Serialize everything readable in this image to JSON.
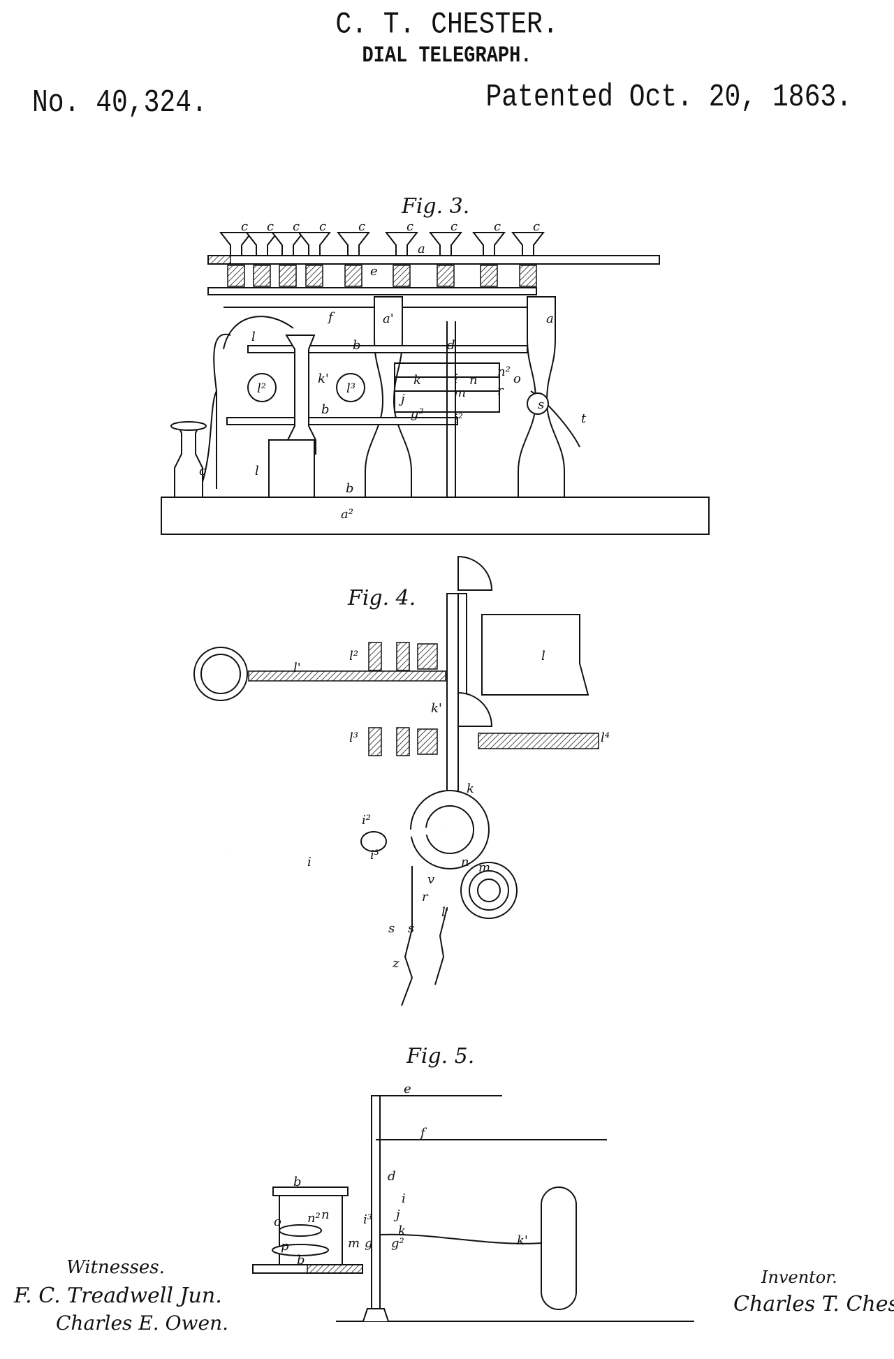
{
  "header": {
    "inventor": "C. T. CHESTER.",
    "title": "DIAL TELEGRAPH.",
    "patent_number": "No. 40,324.",
    "patent_date": "Patented Oct. 20, 1863."
  },
  "fig3": {
    "title": "Fig. 3.",
    "labels": [
      "c",
      "c",
      "c",
      "c",
      "c",
      "c",
      "c",
      "c",
      "c",
      "a",
      "e",
      "f",
      "a'",
      "a'",
      "l",
      "b",
      "d",
      "k'",
      "l²",
      "l³",
      "b",
      "k",
      "i",
      "m",
      "n",
      "n²",
      "o",
      "r",
      "s",
      "t",
      "g²",
      "i²",
      "o",
      "l",
      "b",
      "a²",
      "j"
    ]
  },
  "fig4": {
    "title": "Fig. 4.",
    "labels": [
      "l",
      "l²",
      "l'",
      "k'",
      "l³",
      "l⁴",
      "k",
      "i²",
      "i³",
      "i",
      "n",
      "m",
      "v",
      "r",
      "l'",
      "s",
      "s",
      "z"
    ]
  },
  "fig5": {
    "title": "Fig. 5.",
    "labels": [
      "e",
      "f",
      "d",
      "b",
      "i",
      "j",
      "i³",
      "k",
      "k'",
      "n²",
      "n",
      "o",
      "g",
      "g²",
      "m",
      "p",
      "b"
    ]
  },
  "witnesses": {
    "label": "Witnesses.",
    "signatures": [
      "F. C. Treadwell Jun.",
      "Charles E. Owen."
    ]
  },
  "inventor_block": {
    "label": "Inventor.",
    "signature": "Charles T. Chester"
  }
}
